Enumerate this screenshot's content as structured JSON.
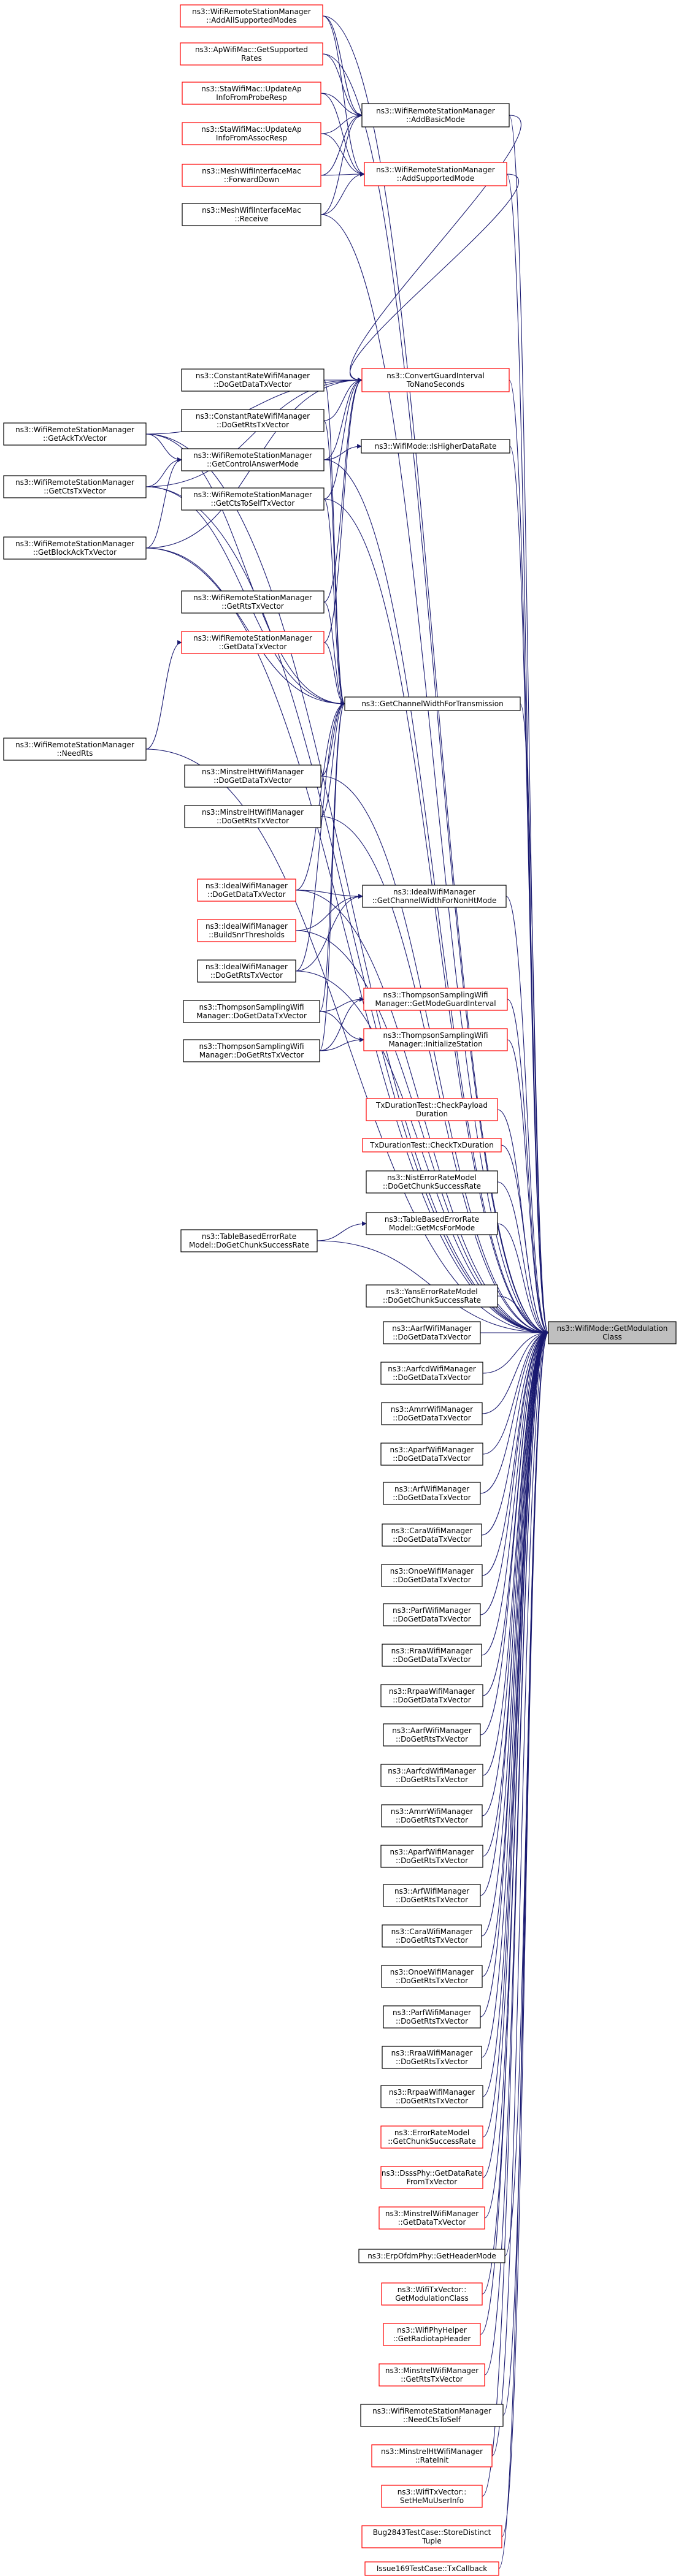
{
  "graph": {
    "colors": {
      "edge": "#191970",
      "border_normal": "#000000",
      "border_red": "#ff0000",
      "fill": "#ffffff",
      "focus_fill": "#bfbfbf"
    },
    "nodes": [
      {
        "id": "n1",
        "lines": [
          "ns3::WifiRemoteStationManager",
          "::AddAllSupportedModes"
        ],
        "border": "red"
      },
      {
        "id": "n2",
        "lines": [
          "ns3::ApWifiMac::GetSupported",
          "Rates"
        ],
        "border": "red"
      },
      {
        "id": "n3",
        "lines": [
          "ns3::StaWifiMac::UpdateAp",
          "InfoFromProbeResp"
        ],
        "border": "red"
      },
      {
        "id": "n4",
        "lines": [
          "ns3::StaWifiMac::UpdateAp",
          "InfoFromAssocResp"
        ],
        "border": "red"
      },
      {
        "id": "n5",
        "lines": [
          "ns3::MeshWifiInterfaceMac",
          "::ForwardDown"
        ],
        "border": "red"
      },
      {
        "id": "n6",
        "lines": [
          "ns3::MeshWifiInterfaceMac",
          "::Receive"
        ],
        "border": "black"
      },
      {
        "id": "n7",
        "lines": [
          "ns3::WifiRemoteStationManager",
          "::AddBasicMode"
        ],
        "border": "black"
      },
      {
        "id": "n8",
        "lines": [
          "ns3::WifiRemoteStationManager",
          "::AddSupportedMode"
        ],
        "border": "red"
      },
      {
        "id": "n9",
        "lines": [
          "ns3::ConstantRateWifiManager",
          "::DoGetDataTxVector"
        ],
        "border": "black"
      },
      {
        "id": "n10",
        "lines": [
          "ns3::ConstantRateWifiManager",
          "::DoGetRtsTxVector"
        ],
        "border": "black"
      },
      {
        "id": "n11",
        "lines": [
          "ns3::WifiRemoteStationManager",
          "::GetAckTxVector"
        ],
        "border": "black"
      },
      {
        "id": "n12",
        "lines": [
          "ns3::WifiRemoteStationManager",
          "::GetControlAnswerMode"
        ],
        "border": "black"
      },
      {
        "id": "n13",
        "lines": [
          "ns3::WifiRemoteStationManager",
          "::GetCtsTxVector"
        ],
        "border": "black"
      },
      {
        "id": "n14",
        "lines": [
          "ns3::WifiRemoteStationManager",
          "::GetCtsToSelfTxVector"
        ],
        "border": "black"
      },
      {
        "id": "n15",
        "lines": [
          "ns3::WifiRemoteStationManager",
          "::GetBlockAckTxVector"
        ],
        "border": "black"
      },
      {
        "id": "n16",
        "lines": [
          "ns3::ConvertGuardInterval",
          "ToNanoSeconds"
        ],
        "border": "red"
      },
      {
        "id": "n17",
        "lines": [
          "ns3::WifiMode::IsHigherDataRate"
        ],
        "border": "black"
      },
      {
        "id": "n18",
        "lines": [
          "ns3::WifiRemoteStationManager",
          "::GetRtsTxVector"
        ],
        "border": "black"
      },
      {
        "id": "n19",
        "lines": [
          "ns3::WifiRemoteStationManager",
          "::GetDataTxVector"
        ],
        "border": "red"
      },
      {
        "id": "n20",
        "lines": [
          "ns3::WifiRemoteStationManager",
          "::NeedRts"
        ],
        "border": "black"
      },
      {
        "id": "n21",
        "lines": [
          "ns3::GetChannelWidthForTransmission"
        ],
        "border": "black"
      },
      {
        "id": "n22",
        "lines": [
          "ns3::MinstrelHtWifiManager",
          "::DoGetDataTxVector"
        ],
        "border": "black"
      },
      {
        "id": "n23",
        "lines": [
          "ns3::MinstrelHtWifiManager",
          "::DoGetRtsTxVector"
        ],
        "border": "black"
      },
      {
        "id": "n24",
        "lines": [
          "ns3::IdealWifiManager",
          "::DoGetDataTxVector"
        ],
        "border": "red"
      },
      {
        "id": "n25",
        "lines": [
          "ns3::IdealWifiManager",
          "::GetChannelWidthForNonHtMode"
        ],
        "border": "black"
      },
      {
        "id": "n26",
        "lines": [
          "ns3::IdealWifiManager",
          "::BuildSnrThresholds"
        ],
        "border": "red"
      },
      {
        "id": "n27",
        "lines": [
          "ns3::IdealWifiManager",
          "::DoGetRtsTxVector"
        ],
        "border": "black"
      },
      {
        "id": "n28",
        "lines": [
          "ns3::ThompsonSamplingWifi",
          "Manager::DoGetDataTxVector"
        ],
        "border": "black"
      },
      {
        "id": "n29",
        "lines": [
          "ns3::ThompsonSamplingWifi",
          "Manager::DoGetRtsTxVector"
        ],
        "border": "black"
      },
      {
        "id": "n30",
        "lines": [
          "ns3::ThompsonSamplingWifi",
          "Manager::GetModeGuardInterval"
        ],
        "border": "red"
      },
      {
        "id": "n31",
        "lines": [
          "ns3::ThompsonSamplingWifi",
          "Manager::InitializeStation"
        ],
        "border": "red"
      },
      {
        "id": "n32",
        "lines": [
          "TxDurationTest::CheckPayload",
          "Duration"
        ],
        "border": "red"
      },
      {
        "id": "n33",
        "lines": [
          "TxDurationTest::CheckTxDuration"
        ],
        "border": "red"
      },
      {
        "id": "n34",
        "lines": [
          "ns3::NistErrorRateModel",
          "::DoGetChunkSuccessRate"
        ],
        "border": "black"
      },
      {
        "id": "n35",
        "lines": [
          "ns3::TableBasedErrorRate",
          "Model::GetMcsForMode"
        ],
        "border": "black"
      },
      {
        "id": "n36",
        "lines": [
          "ns3::TableBasedErrorRate",
          "Model::DoGetChunkSuccessRate"
        ],
        "border": "black"
      },
      {
        "id": "n37",
        "lines": [
          "ns3::YansErrorRateModel",
          "::DoGetChunkSuccessRate"
        ],
        "border": "black"
      },
      {
        "id": "focus",
        "lines": [
          "ns3::WifiMode::GetModulation",
          "Class"
        ],
        "border": "black",
        "focus": true
      },
      {
        "id": "n38",
        "lines": [
          "ns3::AarfWifiManager",
          "::DoGetDataTxVector"
        ],
        "border": "black"
      },
      {
        "id": "n39",
        "lines": [
          "ns3::AarfcdWifiManager",
          "::DoGetDataTxVector"
        ],
        "border": "black"
      },
      {
        "id": "n40",
        "lines": [
          "ns3::AmrrWifiManager",
          "::DoGetDataTxVector"
        ],
        "border": "black"
      },
      {
        "id": "n41",
        "lines": [
          "ns3::AparfWifiManager",
          "::DoGetDataTxVector"
        ],
        "border": "black"
      },
      {
        "id": "n42",
        "lines": [
          "ns3::ArfWifiManager",
          "::DoGetDataTxVector"
        ],
        "border": "black"
      },
      {
        "id": "n43",
        "lines": [
          "ns3::CaraWifiManager",
          "::DoGetDataTxVector"
        ],
        "border": "black"
      },
      {
        "id": "n44",
        "lines": [
          "ns3::OnoeWifiManager",
          "::DoGetDataTxVector"
        ],
        "border": "black"
      },
      {
        "id": "n45",
        "lines": [
          "ns3::ParfWifiManager",
          "::DoGetDataTxVector"
        ],
        "border": "black"
      },
      {
        "id": "n46",
        "lines": [
          "ns3::RraaWifiManager",
          "::DoGetDataTxVector"
        ],
        "border": "black"
      },
      {
        "id": "n47",
        "lines": [
          "ns3::RrpaaWifiManager",
          "::DoGetDataTxVector"
        ],
        "border": "black"
      },
      {
        "id": "n48",
        "lines": [
          "ns3::AarfWifiManager",
          "::DoGetRtsTxVector"
        ],
        "border": "black"
      },
      {
        "id": "n49",
        "lines": [
          "ns3::AarfcdWifiManager",
          "::DoGetRtsTxVector"
        ],
        "border": "black"
      },
      {
        "id": "n50",
        "lines": [
          "ns3::AmrrWifiManager",
          "::DoGetRtsTxVector"
        ],
        "border": "black"
      },
      {
        "id": "n51",
        "lines": [
          "ns3::AparfWifiManager",
          "::DoGetRtsTxVector"
        ],
        "border": "black"
      },
      {
        "id": "n52",
        "lines": [
          "ns3::ArfWifiManager",
          "::DoGetRtsTxVector"
        ],
        "border": "black"
      },
      {
        "id": "n53",
        "lines": [
          "ns3::CaraWifiManager",
          "::DoGetRtsTxVector"
        ],
        "border": "black"
      },
      {
        "id": "n54",
        "lines": [
          "ns3::OnoeWifiManager",
          "::DoGetRtsTxVector"
        ],
        "border": "black"
      },
      {
        "id": "n55",
        "lines": [
          "ns3::ParfWifiManager",
          "::DoGetRtsTxVector"
        ],
        "border": "black"
      },
      {
        "id": "n56",
        "lines": [
          "ns3::RraaWifiManager",
          "::DoGetRtsTxVector"
        ],
        "border": "black"
      },
      {
        "id": "n57",
        "lines": [
          "ns3::RrpaaWifiManager",
          "::DoGetRtsTxVector"
        ],
        "border": "black"
      },
      {
        "id": "n58",
        "lines": [
          "ns3::ErrorRateModel",
          "::GetChunkSuccessRate"
        ],
        "border": "red"
      },
      {
        "id": "n59",
        "lines": [
          "ns3::DsssPhy::GetDataRate",
          "FromTxVector"
        ],
        "border": "red"
      },
      {
        "id": "n60",
        "lines": [
          "ns3::MinstrelWifiManager",
          "::GetDataTxVector"
        ],
        "border": "red"
      },
      {
        "id": "n61",
        "lines": [
          "ns3::ErpOfdmPhy::GetHeaderMode"
        ],
        "border": "black"
      },
      {
        "id": "n62",
        "lines": [
          "ns3::WifiTxVector::",
          "GetModulationClass"
        ],
        "border": "red"
      },
      {
        "id": "n63",
        "lines": [
          "ns3::WifiPhyHelper",
          "::GetRadiotapHeader"
        ],
        "border": "red"
      },
      {
        "id": "n64",
        "lines": [
          "ns3::MinstrelWifiManager",
          "::GetRtsTxVector"
        ],
        "border": "red"
      },
      {
        "id": "n65",
        "lines": [
          "ns3::WifiRemoteStationManager",
          "::NeedCtsToSelf"
        ],
        "border": "black"
      },
      {
        "id": "n66",
        "lines": [
          "ns3::MinstrelHtWifiManager",
          "::RateInit"
        ],
        "border": "red"
      },
      {
        "id": "n67",
        "lines": [
          "ns3::WifiTxVector::",
          "SetHeMuUserInfo"
        ],
        "border": "red"
      },
      {
        "id": "n68",
        "lines": [
          "Bug2843TestCase::StoreDistinct",
          "Tuple"
        ],
        "border": "red"
      },
      {
        "id": "n69",
        "lines": [
          "Issue169TestCase::TxCallback"
        ],
        "border": "red"
      }
    ],
    "edges": [
      [
        "n1",
        "n7"
      ],
      [
        "n2",
        "n7"
      ],
      [
        "n3",
        "n7"
      ],
      [
        "n4",
        "n7"
      ],
      [
        "n5",
        "n7"
      ],
      [
        "n6",
        "n7"
      ],
      [
        "n1",
        "n8"
      ],
      [
        "n3",
        "n8"
      ],
      [
        "n4",
        "n8"
      ],
      [
        "n5",
        "n8"
      ],
      [
        "n6",
        "n8"
      ],
      [
        "n7",
        "n16"
      ],
      [
        "n8",
        "n16"
      ],
      [
        "n9",
        "n16"
      ],
      [
        "n10",
        "n16"
      ],
      [
        "n11",
        "n16"
      ],
      [
        "n12",
        "n16"
      ],
      [
        "n13",
        "n16"
      ],
      [
        "n14",
        "n16"
      ],
      [
        "n15",
        "n16"
      ],
      [
        "n18",
        "n16"
      ],
      [
        "n19",
        "n16"
      ],
      [
        "n12",
        "n17"
      ],
      [
        "n11",
        "n12"
      ],
      [
        "n13",
        "n12"
      ],
      [
        "n15",
        "n12"
      ],
      [
        "n9",
        "n21"
      ],
      [
        "n10",
        "n21"
      ],
      [
        "n11",
        "n21"
      ],
      [
        "n13",
        "n21"
      ],
      [
        "n14",
        "n21"
      ],
      [
        "n15",
        "n21"
      ],
      [
        "n18",
        "n21"
      ],
      [
        "n19",
        "n21"
      ],
      [
        "n22",
        "n21"
      ],
      [
        "n23",
        "n21"
      ],
      [
        "n24",
        "n21"
      ],
      [
        "n27",
        "n21"
      ],
      [
        "n28",
        "n21"
      ],
      [
        "n29",
        "n21"
      ],
      [
        "n20",
        "n19"
      ],
      [
        "n24",
        "n25"
      ],
      [
        "n26",
        "n25"
      ],
      [
        "n27",
        "n25"
      ],
      [
        "n28",
        "n30"
      ],
      [
        "n29",
        "n30"
      ],
      [
        "n28",
        "n31"
      ],
      [
        "n29",
        "n31"
      ],
      [
        "n36",
        "n35"
      ],
      [
        "n1",
        "focus"
      ],
      [
        "n2",
        "focus"
      ],
      [
        "n6",
        "focus"
      ],
      [
        "n7",
        "focus"
      ],
      [
        "n8",
        "focus"
      ],
      [
        "n12",
        "focus"
      ],
      [
        "n16",
        "focus"
      ],
      [
        "n17",
        "focus"
      ],
      [
        "n21",
        "focus"
      ],
      [
        "n11",
        "focus"
      ],
      [
        "n13",
        "focus"
      ],
      [
        "n14",
        "focus"
      ],
      [
        "n15",
        "focus"
      ],
      [
        "n20",
        "focus"
      ],
      [
        "n22",
        "focus"
      ],
      [
        "n23",
        "focus"
      ],
      [
        "n24",
        "focus"
      ],
      [
        "n25",
        "focus"
      ],
      [
        "n26",
        "focus"
      ],
      [
        "n27",
        "focus"
      ],
      [
        "n30",
        "focus"
      ],
      [
        "n31",
        "focus"
      ],
      [
        "n32",
        "focus"
      ],
      [
        "n33",
        "focus"
      ],
      [
        "n34",
        "focus"
      ],
      [
        "n35",
        "focus"
      ],
      [
        "n36",
        "focus"
      ],
      [
        "n37",
        "focus"
      ],
      [
        "n38",
        "focus"
      ],
      [
        "n39",
        "focus"
      ],
      [
        "n40",
        "focus"
      ],
      [
        "n41",
        "focus"
      ],
      [
        "n42",
        "focus"
      ],
      [
        "n43",
        "focus"
      ],
      [
        "n44",
        "focus"
      ],
      [
        "n45",
        "focus"
      ],
      [
        "n46",
        "focus"
      ],
      [
        "n47",
        "focus"
      ],
      [
        "n48",
        "focus"
      ],
      [
        "n49",
        "focus"
      ],
      [
        "n50",
        "focus"
      ],
      [
        "n51",
        "focus"
      ],
      [
        "n52",
        "focus"
      ],
      [
        "n53",
        "focus"
      ],
      [
        "n54",
        "focus"
      ],
      [
        "n55",
        "focus"
      ],
      [
        "n56",
        "focus"
      ],
      [
        "n57",
        "focus"
      ],
      [
        "n58",
        "focus"
      ],
      [
        "n59",
        "focus"
      ],
      [
        "n60",
        "focus"
      ],
      [
        "n61",
        "focus"
      ],
      [
        "n62",
        "focus"
      ],
      [
        "n63",
        "focus"
      ],
      [
        "n64",
        "focus"
      ],
      [
        "n65",
        "focus"
      ],
      [
        "n66",
        "focus"
      ],
      [
        "n67",
        "focus"
      ],
      [
        "n68",
        "focus"
      ],
      [
        "n69",
        "focus"
      ]
    ]
  }
}
